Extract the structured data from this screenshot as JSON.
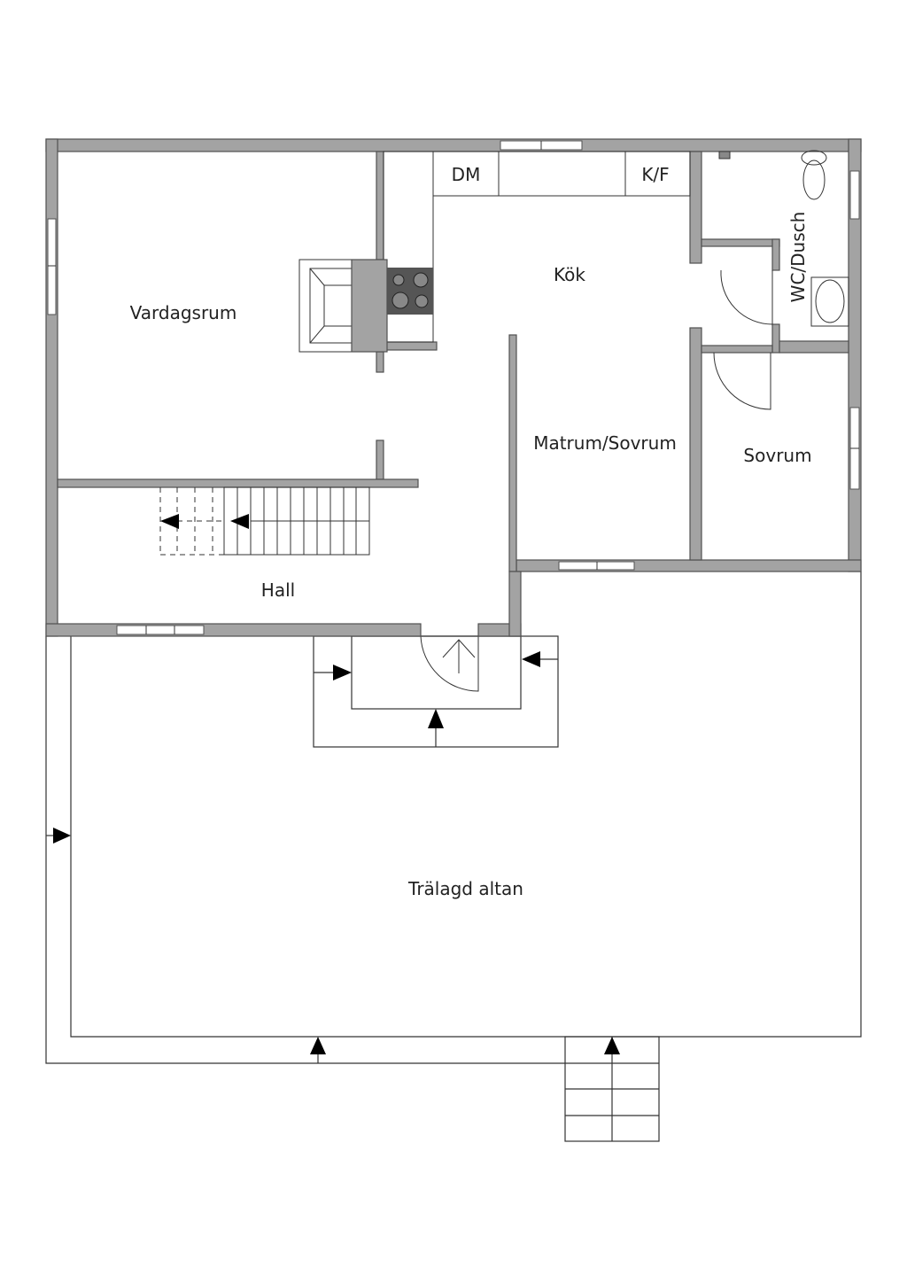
{
  "rooms": {
    "living": "Vardagsrum",
    "kitchen": "Kök",
    "dining_bedroom": "Matrum/Sovrum",
    "bedroom": "Sovrum",
    "bathroom": "WC/Dusch",
    "hall": "Hall",
    "deck": "Trälagd altan"
  },
  "appliances": {
    "dishwasher": "DM",
    "fridge_freezer": "K/F"
  },
  "colors": {
    "wall": "#a3a3a3",
    "outline": "#505050",
    "stove": "#555555"
  }
}
